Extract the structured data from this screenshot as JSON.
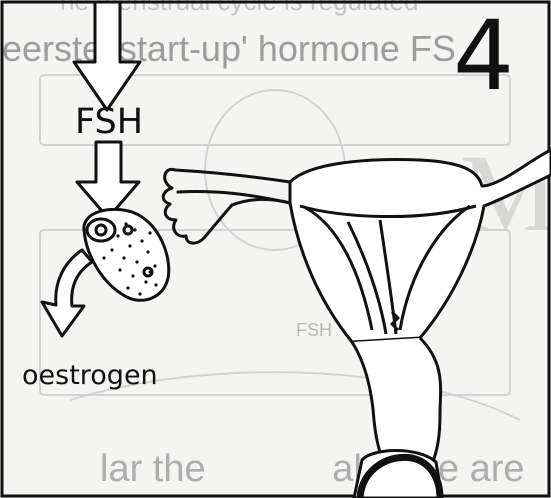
{
  "panel": {
    "number": "4",
    "hormone_label": "FSH",
    "product_label": "oestrogen"
  },
  "bleed_through": {
    "top_line": "eerste 'start-up' hormone FS",
    "top_fragment": "he menstrual cycle is regulated",
    "middle_label": "FSH",
    "bottom_line": "lar the            al cycle are"
  },
  "colors": {
    "ink": "#111111",
    "paper": "#f4f4f2",
    "ghost": "#9c9c9c"
  }
}
